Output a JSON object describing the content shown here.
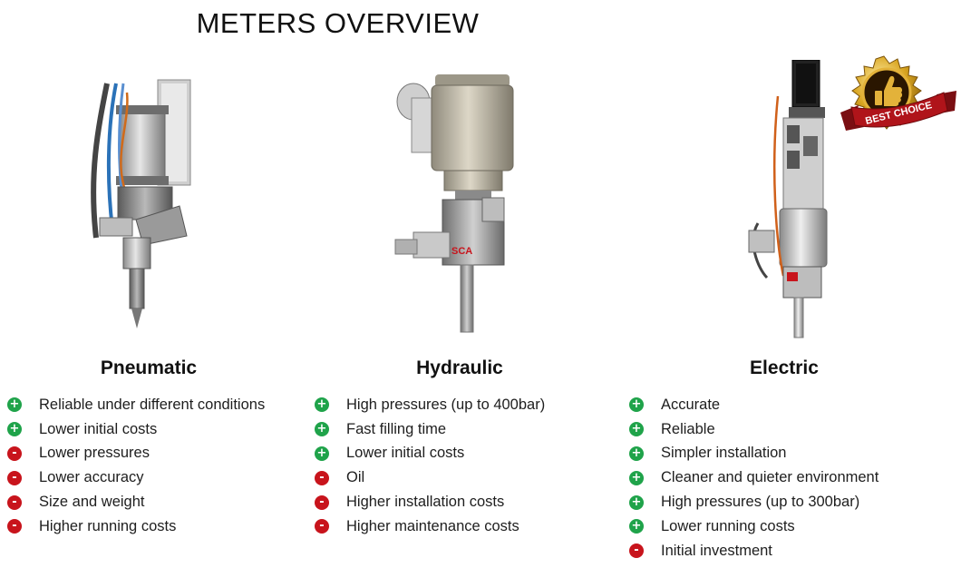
{
  "title": "METERS OVERVIEW",
  "badge": {
    "text": "BEST CHOICE",
    "icon": "thumbs-up-icon"
  },
  "colors": {
    "plus": "#1fa34a",
    "minus": "#c8141c",
    "gold": "#d4a21f",
    "ribbon": "#b0141a"
  },
  "columns": [
    {
      "name": "Pneumatic",
      "items": [
        {
          "type": "plus",
          "symbol": "+",
          "text": "Reliable under different conditions"
        },
        {
          "type": "plus",
          "symbol": "+",
          "text": "Lower initial costs"
        },
        {
          "type": "minus",
          "symbol": "-",
          "text": "Lower pressures"
        },
        {
          "type": "minus",
          "symbol": "-",
          "text": "Lower accuracy"
        },
        {
          "type": "minus",
          "symbol": "-",
          "text": "Size and weight"
        },
        {
          "type": "minus",
          "symbol": "-",
          "text": "Higher running costs"
        }
      ]
    },
    {
      "name": "Hydraulic",
      "device_label": "SCA",
      "items": [
        {
          "type": "plus",
          "symbol": "+",
          "text": "High pressures (up to 400bar)"
        },
        {
          "type": "plus",
          "symbol": "+",
          "text": "Fast filling time"
        },
        {
          "type": "plus",
          "symbol": "+",
          "text": "Lower initial costs"
        },
        {
          "type": "minus",
          "symbol": "-",
          "text": "Oil"
        },
        {
          "type": "minus",
          "symbol": "-",
          "text": "Higher installation costs"
        },
        {
          "type": "minus",
          "symbol": "-",
          "text": "Higher maintenance costs"
        }
      ]
    },
    {
      "name": "Electric",
      "items": [
        {
          "type": "plus",
          "symbol": "+",
          "text": "Accurate"
        },
        {
          "type": "plus",
          "symbol": "+",
          "text": "Reliable"
        },
        {
          "type": "plus",
          "symbol": "+",
          "text": "Simpler installation"
        },
        {
          "type": "plus",
          "symbol": "+",
          "text": "Cleaner and quieter environment"
        },
        {
          "type": "plus",
          "symbol": "+",
          "text": "High pressures (up to 300bar)"
        },
        {
          "type": "plus",
          "symbol": "+",
          "text": "Lower running costs"
        },
        {
          "type": "minus",
          "symbol": "-",
          "text": "Initial investment"
        }
      ]
    }
  ]
}
